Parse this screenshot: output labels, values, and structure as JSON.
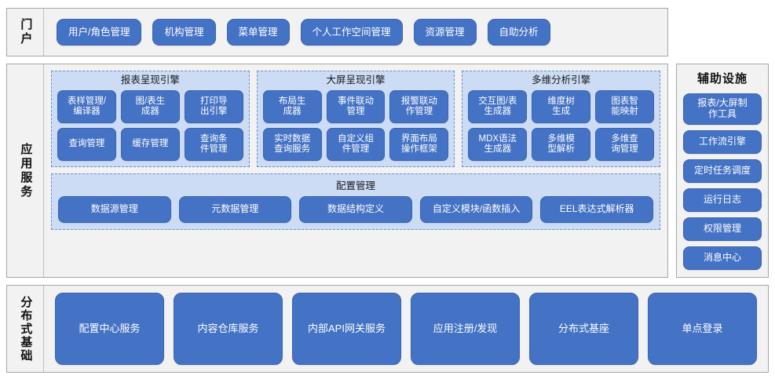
{
  "portal": {
    "label": "门户",
    "items": [
      "用户/角色管理",
      "机构管理",
      "菜单管理",
      "个人工作空间管理",
      "资源管理",
      "自助分析"
    ]
  },
  "aux": {
    "title": "辅助设施",
    "items": [
      "报表/大屏制\n作工具",
      "工作流引擎",
      "定时任务调度",
      "运行日志",
      "权限管理",
      "消息中心"
    ]
  },
  "app_services": {
    "label": "应用服务",
    "engines": [
      {
        "title": "报表呈现引擎",
        "items": [
          "表样管理/\n编译器",
          "图/表生\n成器",
          "打印导\n出引擎",
          "查询管理",
          "缓存管理",
          "查询条\n件管理"
        ]
      },
      {
        "title": "大屏呈现引擎",
        "items": [
          "布局生\n成器",
          "事件联动\n管理",
          "报警联动\n作管理",
          "实时数据\n查询服务",
          "自定义组\n件管理",
          "界面布局\n操作框架"
        ]
      },
      {
        "title": "多维分析引擎",
        "items": [
          "交互图/表\n生成器",
          "维度树\n生成",
          "图表智\n能映射",
          "MDX语法\n生成器",
          "多维模\n型解析",
          "多维查\n询管理"
        ]
      }
    ],
    "config": {
      "title": "配置管理",
      "items": [
        "数据源管理",
        "元数据管理",
        "数据结构定义",
        "自定义模块/函数插入",
        "EEL表达式解析器"
      ]
    }
  },
  "infra": {
    "label": "分布式基础",
    "items": [
      "配置中心服务",
      "内容仓库服务",
      "内部API网关服务",
      "应用注册/发现",
      "分布式基座",
      "单点登录"
    ]
  },
  "colors": {
    "pill": "#4472c4",
    "panel_fill": "#ccdcf5",
    "band_fill": "#f2f2f2",
    "band_border": "#a6a6a6",
    "dashed_border": "#6f8fc4"
  }
}
